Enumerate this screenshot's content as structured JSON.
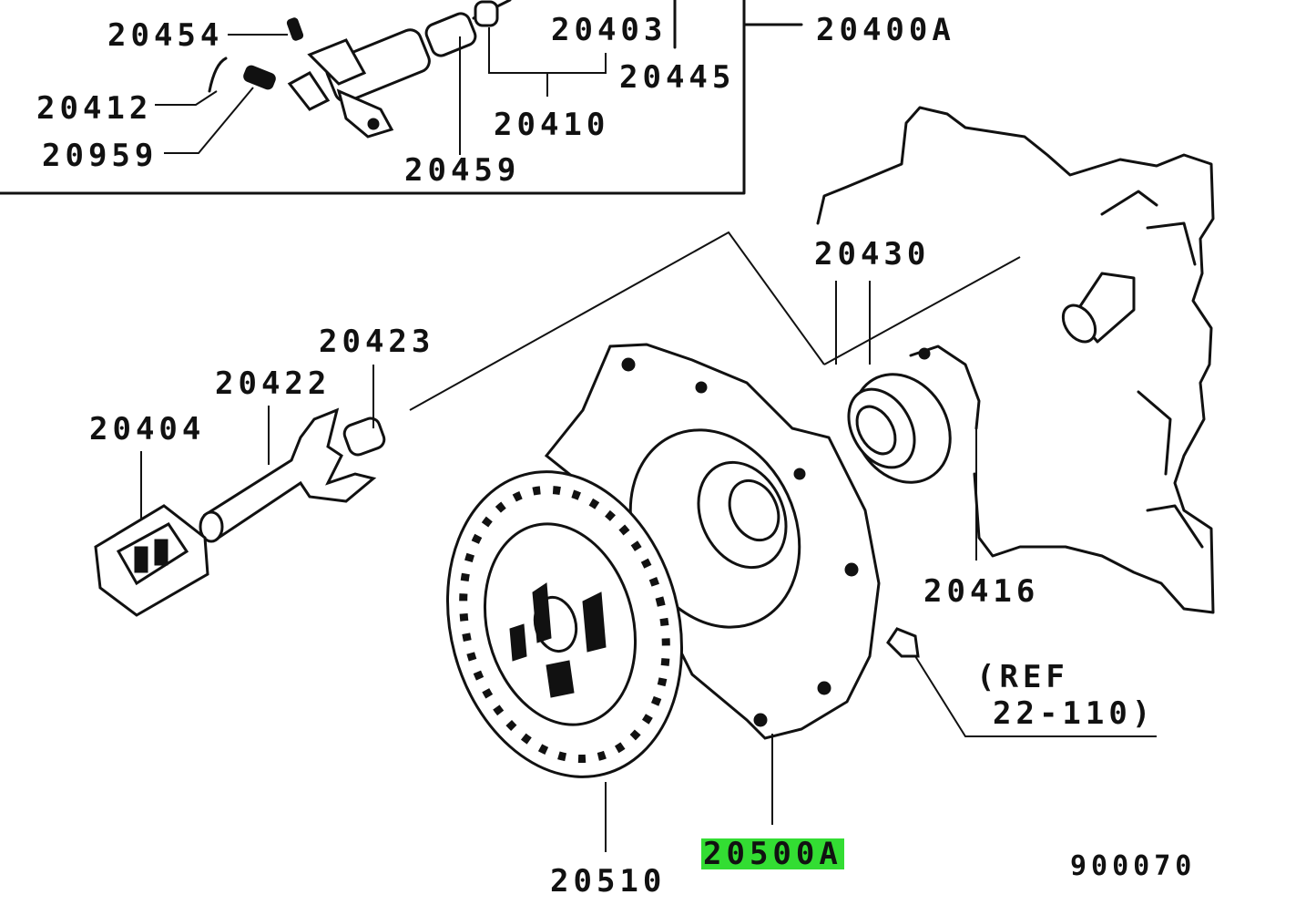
{
  "diagram": {
    "part_numbers": {
      "p20454": "20454",
      "p20403": "20403",
      "p20400A": "20400A",
      "p20445": "20445",
      "p20412": "20412",
      "p20410": "20410",
      "p20959": "20959",
      "p20459": "20459",
      "p20430": "20430",
      "p20423": "20423",
      "p20422": "20422",
      "p20404": "20404",
      "p20416": "20416",
      "p20510": "20510",
      "p20500A": "20500A",
      "ref_line1": "(REF",
      "ref_line2": "22-110)",
      "diagram_code": "900070"
    },
    "highlight_color": "#33dd33",
    "ink_color": "#111111"
  }
}
